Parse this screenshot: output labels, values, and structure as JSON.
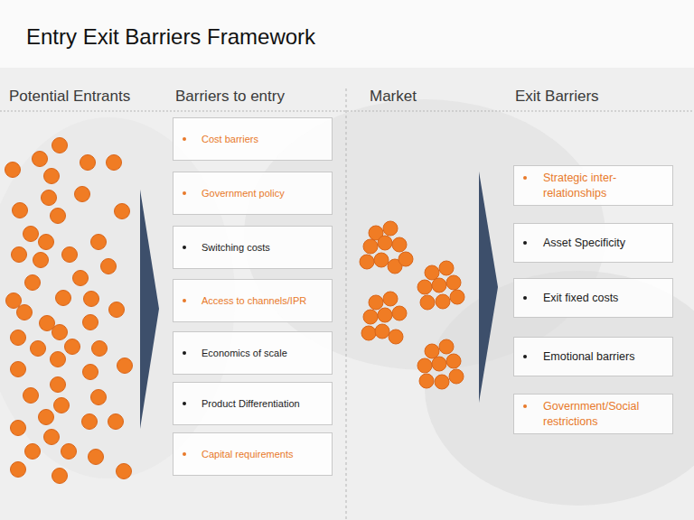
{
  "diagram": {
    "title": "Entry Exit Barriers Framework",
    "nodes": [
      {
        "text": [
          "Cost barriers"
        ]
      },
      {
        "text": [
          "Government policy"
        ]
      },
      {
        "text": [
          "Switching costs"
        ]
      },
      {
        "text": [
          "Access to channels/IPR"
        ]
      },
      {
        "text": [
          "Economics of scale"
        ]
      },
      {
        "text": [
          "Product Differentiation"
        ]
      },
      {
        "text": [
          "Capital requirements"
        ]
      },
      {
        "text": [
          "Strategic inter-relationships"
        ]
      },
      {
        "text": [
          "Asset Specificity"
        ]
      },
      {
        "text": [
          "Exit fixed costs"
        ]
      },
      {
        "text": [
          "Emotional barriers"
        ]
      },
      {
        "text": [
          "Government/Social restrictions"
        ]
      }
    ],
    "labels": [
      "Potential Entrants",
      "Barriers to entry",
      "Market",
      "Exit Barriers"
    ]
  }
}
